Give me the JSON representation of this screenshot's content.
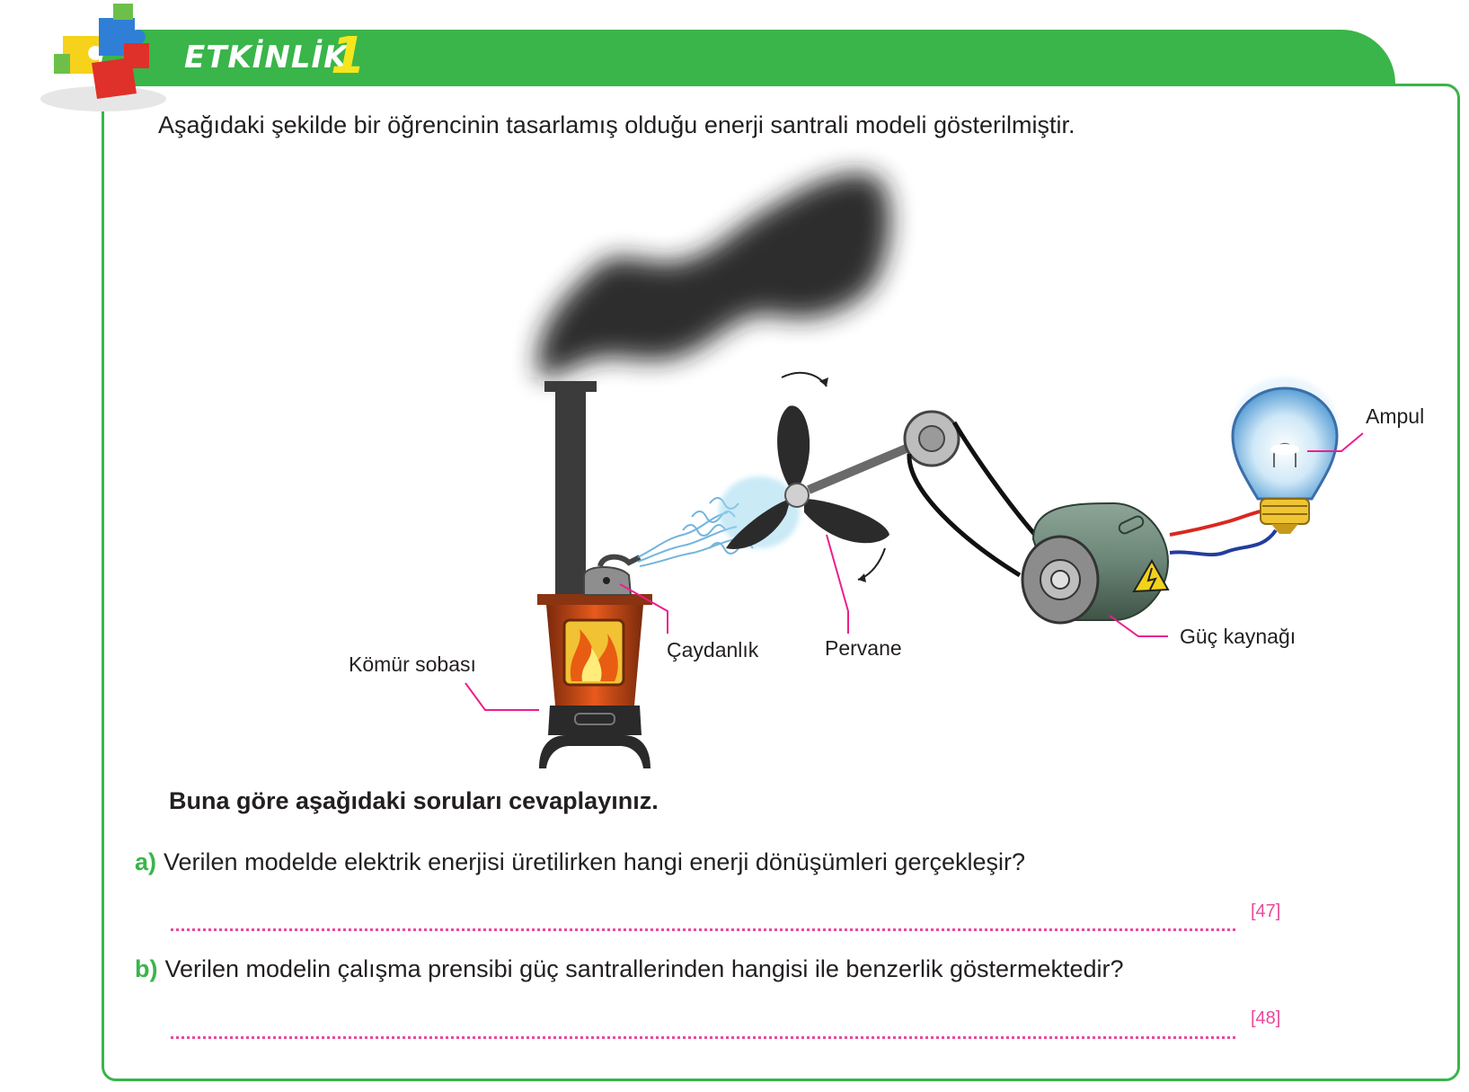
{
  "header": {
    "title": "ETKİNLİK",
    "number": "1"
  },
  "intro": "Aşağıdaki şekilde bir öğrencinin tasarlamış olduğu enerji santrali modeli gösterilmiştir.",
  "figure": {
    "labels": {
      "stove": "Kömür sobası",
      "kettle": "Çaydanlık",
      "propeller": "Pervane",
      "power_source": "Güç kaynağı",
      "bulb": "Ampul"
    },
    "colors": {
      "pointer": "#ec1e8c",
      "brand": "#3ab54a",
      "stove": "#e0561b"
    }
  },
  "section_title": "Buna göre aşağıdaki soruları cevaplayınız.",
  "questions": [
    {
      "letter": "a)",
      "text": "Verilen modelde elektrik enerjisi üretilirken hangi enerji dönüşümleri gerçekleşir?",
      "ref": "[47]"
    },
    {
      "letter": "b)",
      "text": "Verilen modelin çalışma prensibi güç santrallerinden hangisi ile benzerlik göstermektedir?",
      "ref": "[48]"
    }
  ]
}
